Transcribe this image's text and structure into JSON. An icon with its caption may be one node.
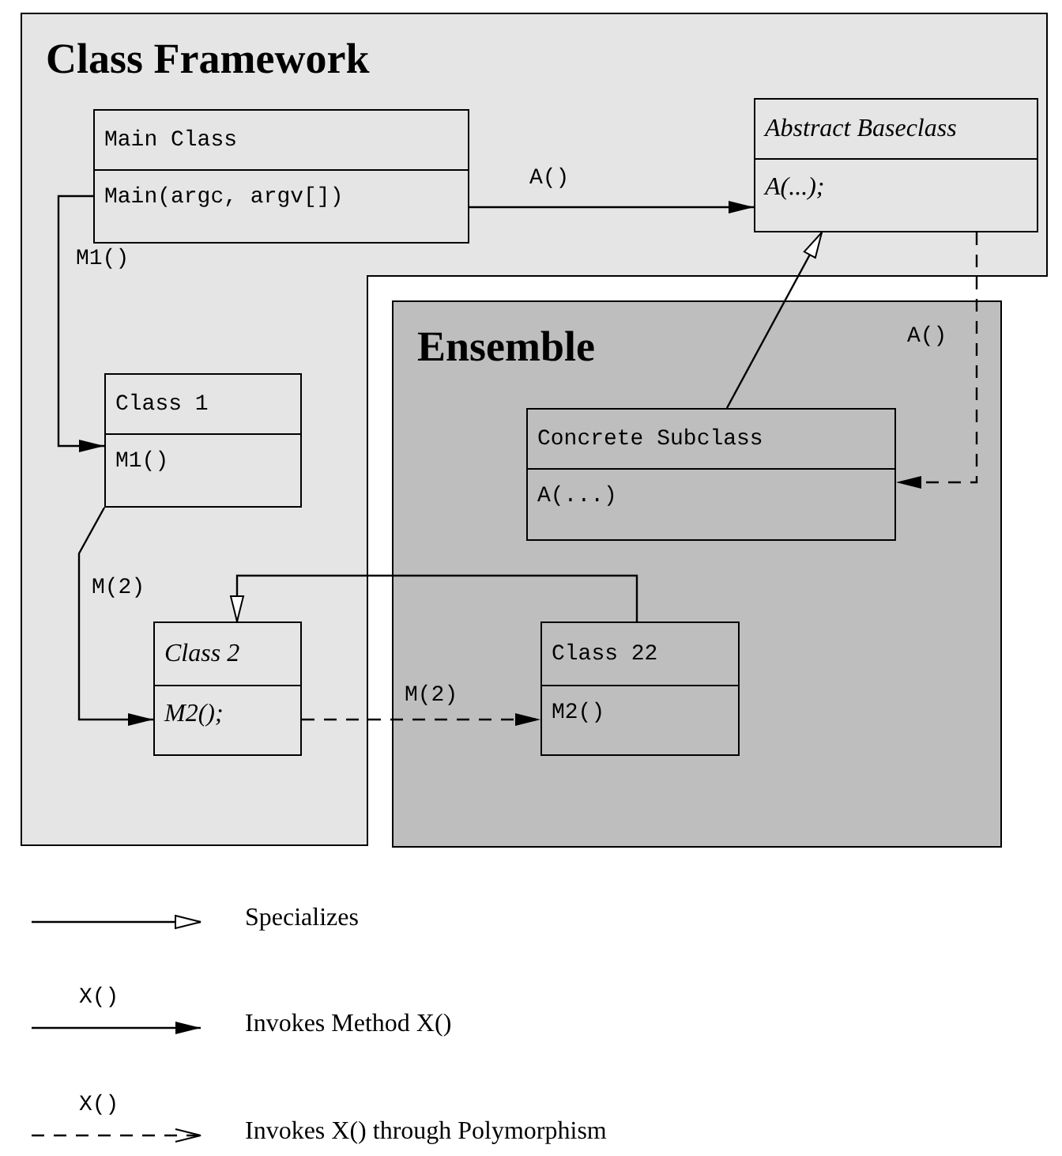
{
  "diagram": {
    "nodes": [
      {
        "text": [
          "Class Framework"
        ]
      },
      {
        "text": [
          "Main Class",
          "Main(argc, argv[])"
        ],
        "in": 0
      },
      {
        "text": [
          "Abstract Baseclass",
          "A(...);"
        ],
        "in": 0
      },
      {
        "text": [
          "Class 1",
          "M1()"
        ],
        "in": 0
      },
      {
        "text": [
          "Class 2",
          "M2();"
        ],
        "in": 0
      },
      {
        "text": [
          "Ensemble"
        ]
      },
      {
        "text": [
          "Concrete Subclass",
          "A(...)"
        ],
        "in": 5
      },
      {
        "text": [
          "Class 22",
          "M2()"
        ],
        "in": 5
      }
    ],
    "edges": [
      {
        "from": 1,
        "to": 2,
        "arrow": "to",
        "label": "A()"
      },
      {
        "from": 1,
        "to": 3,
        "arrow": "to",
        "label": "M1()"
      },
      {
        "from": 3,
        "to": 4,
        "arrow": "to",
        "label": "M(2)"
      },
      {
        "from": 6,
        "to": 2,
        "arrow": "to"
      },
      {
        "from": 7,
        "to": 4,
        "arrow": "to"
      },
      {
        "from": 4,
        "to": 7,
        "arrow": "to",
        "label": "M(2)",
        "style": "dashed"
      },
      {
        "from": 2,
        "to": 6,
        "arrow": "to",
        "label": "A()",
        "style": "dashed"
      }
    ],
    "labels": [
      "X()",
      "X()"
    ],
    "legend": [
      {
        "text": "Specializes"
      },
      {
        "text": "Invokes Method X()"
      },
      {
        "text": "Invokes X() through Polymorphism"
      }
    ]
  }
}
